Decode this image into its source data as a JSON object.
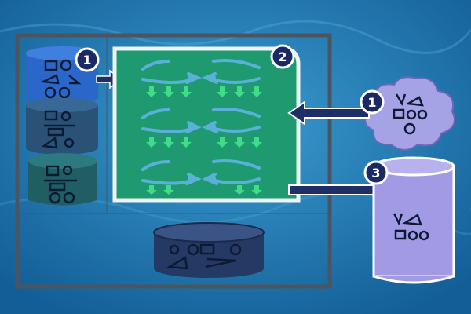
{
  "diagram": {
    "badges": {
      "source_stack": "1",
      "transform_panel": "2",
      "external_source": "1",
      "target": "3"
    },
    "colors": {
      "background": "#1f78ad",
      "frame": "#4b5560",
      "panel_green": "#1f9a70",
      "panel_border": "#eef4f2",
      "cylinder_blue": "#2a67c8",
      "cylinder_dark": "#2a5276",
      "purple_target": "#a39ae6",
      "cloud": "#a6a2e6",
      "badge_fill": "#1b2a64",
      "arrow_dark": "#1e2f66",
      "swirl_arrow": "#5ab0d9",
      "down_arrow": "#3fdc8a"
    },
    "icons": [
      "symbol-cluster-icon",
      "circular-arrow-icon",
      "down-arrow-icon",
      "cylinder-icon",
      "cloud-icon"
    ]
  }
}
